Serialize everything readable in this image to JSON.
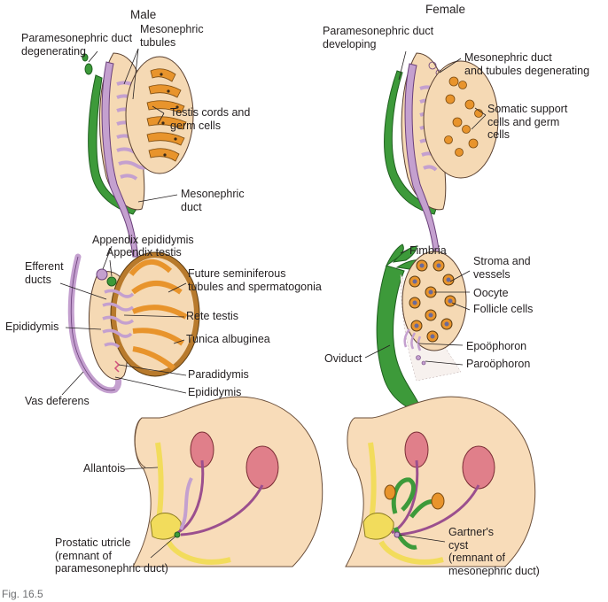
{
  "headers": {
    "male": "Male",
    "female": "Female"
  },
  "caption": "Fig. 16.5",
  "panels": {
    "male_indifferent": {
      "labels": {
        "paramesonephric_degenerating": "Paramesonephric duct\ndegenerating",
        "mesonephric_tubules": "Mesonephric\ntubules",
        "testis_cords": "Testis cords and\ngerm cells",
        "mesonephric_duct": "Mesonephric\nduct"
      }
    },
    "female_indifferent": {
      "labels": {
        "paramesonephric_developing": "Paramesonephric duct\ndeveloping",
        "mesonephric_degenerating": "Mesonephric duct\nand tubules degenerating",
        "somatic_support": "Somatic support\ncells and germ\ncells"
      }
    },
    "male_mature": {
      "labels": {
        "appendix_epididymis": "Appendix epididymis",
        "appendix_testis": "Appendix testis",
        "efferent_ducts": "Efferent\nducts",
        "future_seminiferous": "Future seminiferous\ntubules and spermatogonia",
        "rete_testis": "Rete testis",
        "epididymis_left": "Epididymis",
        "tunica_albuginea": "Tunica albuginea",
        "paradidymis": "Paradidymis",
        "epididymis_bottom": "Epididymis",
        "vas_deferens": "Vas deferens"
      }
    },
    "female_mature": {
      "labels": {
        "fimbria": "Fimbria",
        "stroma_vessels": "Stroma and\nvessels",
        "oocyte": "Oocyte",
        "follicle_cells": "Follicle cells",
        "oviduct": "Oviduct",
        "epoophoron": "Epoöphoron",
        "paroophoron": "Paroöphoron"
      }
    },
    "male_adult": {
      "labels": {
        "allantois": "Allantois",
        "prostatic_utricle": "Prostatic utricle\n(remnant of\nparamesonephric duct)"
      }
    },
    "female_adult": {
      "labels": {
        "gartners_cyst": "Gartner's\ncyst\n(remnant of\nmesonephric duct)"
      }
    }
  },
  "colors": {
    "paramesonephric": "#3d9a3a",
    "mesonephric": "#c4a0cf",
    "gonad": "#f5d9b4",
    "germ_orange": "#e8942c",
    "kidney": "#e07f8a",
    "body": "#f8dcb9",
    "ureter": "#9b4f8e",
    "allantois": "#f2dc5c"
  }
}
